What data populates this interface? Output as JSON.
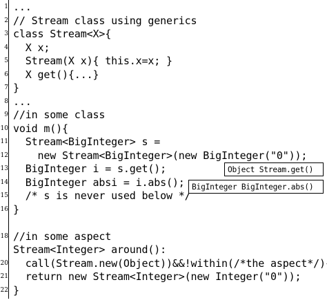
{
  "listing": {
    "lines": [
      {
        "number": "1",
        "text": "..."
      },
      {
        "number": "2",
        "text": "// Stream class using generics"
      },
      {
        "number": "3",
        "text": "class Stream<X>{"
      },
      {
        "number": "4",
        "text": "  X x;"
      },
      {
        "number": "5",
        "text": "  Stream(X x){ this.x=x; }"
      },
      {
        "number": "6",
        "text": "  X get(){...}"
      },
      {
        "number": "7",
        "text": "}"
      },
      {
        "number": "8",
        "text": "..."
      },
      {
        "number": "9",
        "text": "//in some class"
      },
      {
        "number": "10",
        "text": "void m(){"
      },
      {
        "number": "11",
        "text": "  Stream<BigInteger> s ="
      },
      {
        "number": "12",
        "text": "    new Stream<BigInteger>(new BigInteger(\"0\"));"
      },
      {
        "number": "13",
        "text": "  BigInteger i = s.get();"
      },
      {
        "number": "14",
        "text": "  BigInteger absi = i.abs();"
      },
      {
        "number": "15",
        "text": "  /* s is never used below */"
      },
      {
        "number": "16",
        "text": "}"
      },
      {
        "number": "",
        "text": ""
      },
      {
        "number": "18",
        "text": "//in some aspect"
      },
      {
        "number": "",
        "text": "Stream<Integer> around():"
      },
      {
        "number": "20",
        "text": "  call(Stream.new(Object))&&!within(/*the aspect*/){"
      },
      {
        "number": "21",
        "text": "  return new Stream<Integer>(new Integer(\"0\"));"
      },
      {
        "number": "22",
        "text": "}"
      }
    ],
    "annotations": [
      {
        "text": "Object Stream.get()"
      },
      {
        "text": "BigInteger BigInteger.abs()"
      }
    ]
  }
}
